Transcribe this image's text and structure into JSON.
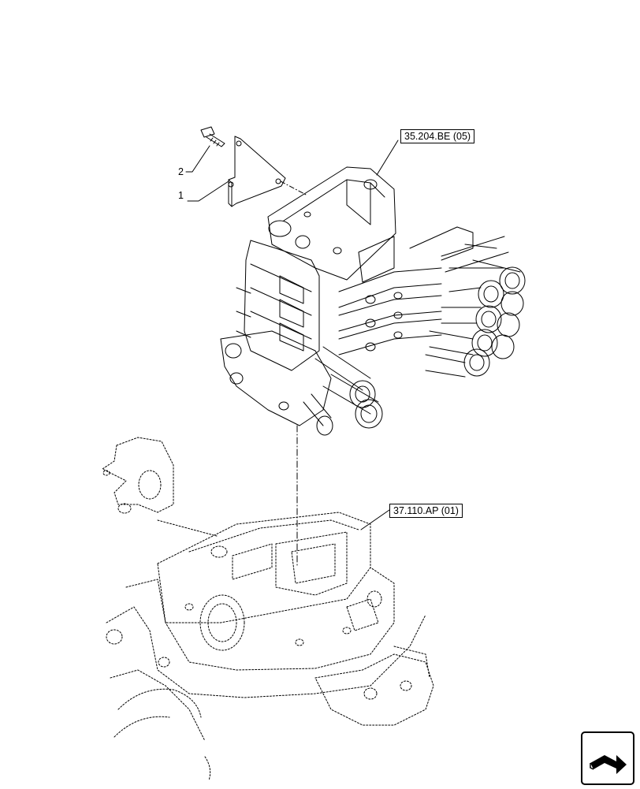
{
  "callouts": {
    "valve_ref": "35.204.BE (05)",
    "transmission_ref": "37.110.AP (01)"
  },
  "part_numbers": {
    "bracket": "1",
    "bolt": "2"
  },
  "nav_icon": "next-page-arrow-icon"
}
